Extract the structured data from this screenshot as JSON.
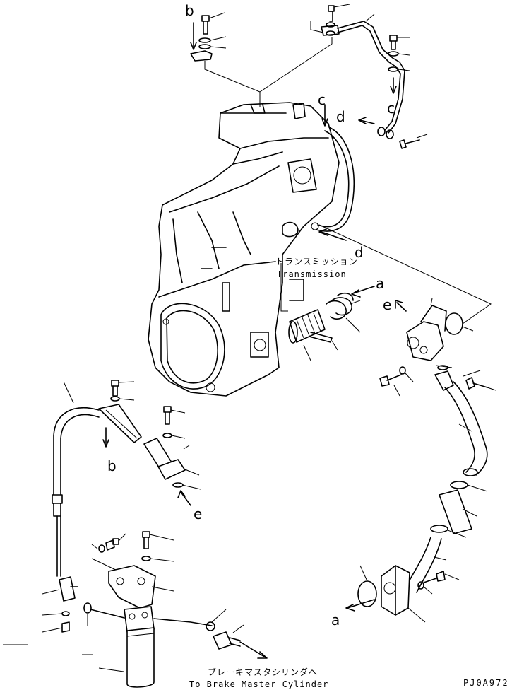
{
  "labels": {
    "b_top": "b",
    "c_upper": "c",
    "c_right": "c",
    "d_upper": "d",
    "d_lower": "d",
    "a_filter": "a",
    "e_pump": "e",
    "b_lower": "b",
    "e_lower": "e",
    "a_bottom": "a"
  },
  "transmission": {
    "jp": "トランスミッション",
    "en": "Transmission"
  },
  "destination": {
    "jp": "ブレーキマスタシリンダへ",
    "en": "To Brake Master Cylinder"
  },
  "drawing_code": "PJ0A972"
}
